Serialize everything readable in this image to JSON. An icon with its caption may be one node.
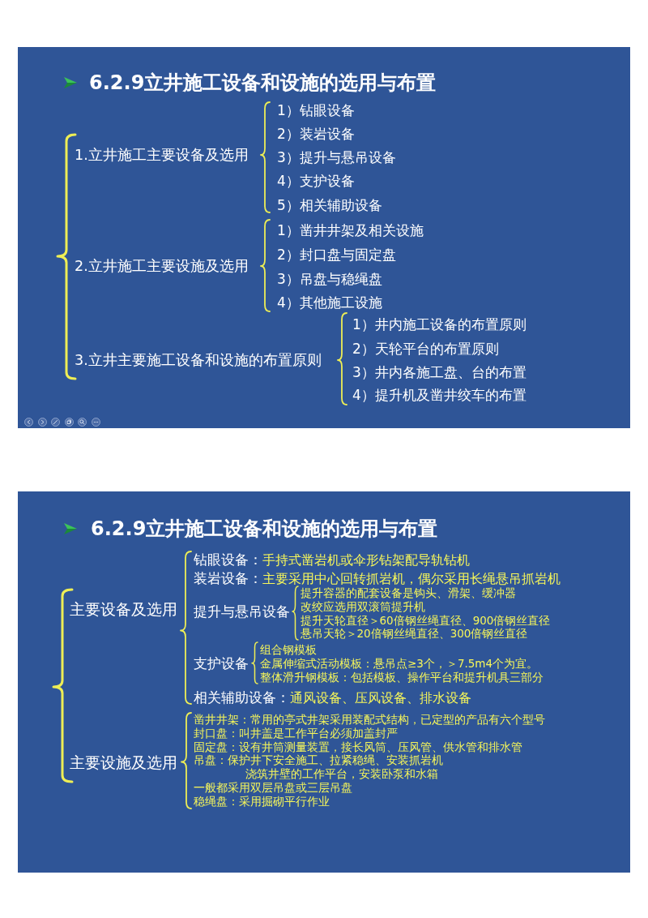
{
  "diagram": {
    "nodes": [
      {
        "text": [
          "6.2.9立井施工设备和设施的选用与布置",
          "1.立井施工主要设备及选用",
          "1）钻眼设备",
          "2）装岩设备",
          "3）提升与悬吊设备",
          "4）支护设备",
          "5）相关辅助设备",
          "2.立井施工主要设施及选用",
          "1）凿井井架及相关设施",
          "2）封口盘与固定盘",
          "3）吊盘与稳绳盘",
          "4）其他施工设施",
          "3.立井主要施工设备和设施的布置原则",
          "1）井内施工设备的布置原则",
          "2）天轮平台的布置原则",
          "3）井内各施工盘、台的布置",
          "4）提升机及凿井绞车的布置"
        ]
      },
      {
        "text": [
          "6.2.9立井施工设备和设施的选用与布置",
          "主要设备及选用",
          "钻眼设备：",
          "手持式凿岩机或伞形钻架配导轨钻机",
          "装岩设备：",
          "主要采用中心回转抓岩机，偶尔采用长绳悬吊抓岩机",
          "提升与悬吊设备",
          "提升容器的配套设备是钩头、滑架、缓冲器",
          "改绞应选用双滚筒提升机",
          "提升天轮直径＞60倍钢丝绳直径、900倍钢丝直径",
          "悬吊天轮＞20倍钢丝绳直径、300倍钢丝直径",
          "支护设备",
          "组合钢模板",
          "金属伸缩式活动模板：悬吊点≥3个，＞7.5m4个为宜。",
          "整体滑升钢模板：包括模板、操作平台和提升机具三部分",
          "相关辅助设备：",
          "通风设备、压风设备、排水设备",
          "主要设施及选用",
          "凿井井架：常用的亭式井架采用装配式结构，已定型的产品有六个型号",
          "封口盘：叫井盖是工作平台必须加盖封严",
          "固定盘：设有井筒测量装置，接长风筒、压风管、供水管和排水管",
          "吊盘：保护井下安全施工、拉紧稳绳、安装抓岩机",
          "浇筑井壁的工作平台，安装卧泵和水箱",
          "一般都采用双层吊盘或三层吊盘",
          "稳绳盘：采用掘砌平行作业"
        ]
      }
    ]
  }
}
